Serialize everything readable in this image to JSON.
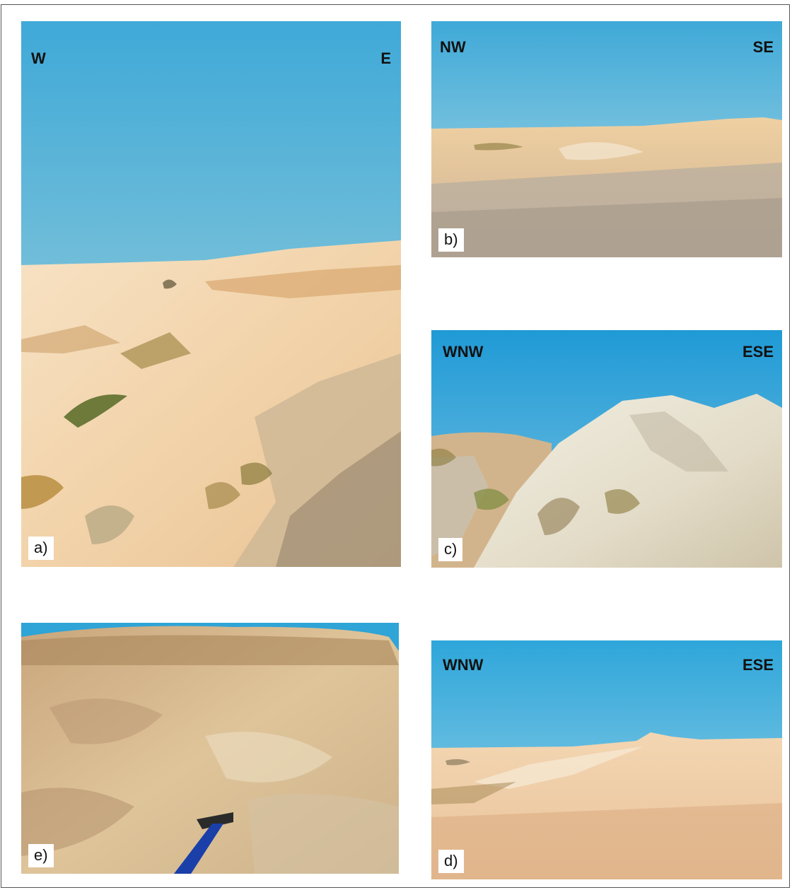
{
  "figure": {
    "panels": [
      {
        "id": "a",
        "label": "a)",
        "dir_left": "W",
        "dir_right": "E",
        "content": "desert-slope-photo"
      },
      {
        "id": "b",
        "label": "b)",
        "dir_left": "NW",
        "dir_right": "SE",
        "content": "gravel-plain-photo"
      },
      {
        "id": "c",
        "label": "c)",
        "dir_left": "WNW",
        "dir_right": "ESE",
        "content": "rock-outcrop-photo"
      },
      {
        "id": "e",
        "label": "e)",
        "dir_left": "",
        "dir_right": "",
        "content": "breccia-closeup-photo"
      },
      {
        "id": "d",
        "label": "d)",
        "dir_left": "WNW",
        "dir_right": "ESE",
        "content": "desert-ridge-photo"
      }
    ]
  },
  "colors": {
    "sky_top": "#3fa9d8",
    "sky_bottom": "#bfe0ea",
    "sand_light": "#f6dcb8",
    "sand_mid": "#e8c89a",
    "rock": "#b8a48a",
    "vegetation": "#8a7a3c"
  }
}
